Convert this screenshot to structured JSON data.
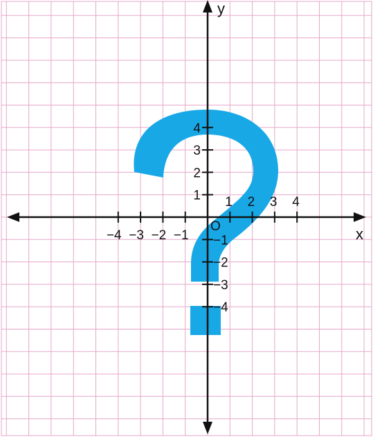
{
  "axes": {
    "x_label": "x",
    "y_label": "y",
    "origin_label": "O"
  },
  "colors": {
    "grid": "#e6a7c9",
    "shape": "#19a8e6",
    "axis": "#111111"
  },
  "x_ticks": [
    {
      "value": -4,
      "label": "−4"
    },
    {
      "value": -3,
      "label": "−3"
    },
    {
      "value": -2,
      "label": "−2"
    },
    {
      "value": -1,
      "label": "−1"
    },
    {
      "value": 1,
      "label": "1"
    },
    {
      "value": 2,
      "label": "2"
    },
    {
      "value": 3,
      "label": "3"
    },
    {
      "value": 4,
      "label": "4"
    }
  ],
  "y_ticks": [
    {
      "value": 4,
      "label": "4"
    },
    {
      "value": 3,
      "label": "3"
    },
    {
      "value": 2,
      "label": "2"
    },
    {
      "value": 1,
      "label": "1"
    },
    {
      "value": -1,
      "label": "−1"
    },
    {
      "value": -2,
      "label": "−2"
    },
    {
      "value": -3,
      "label": "−3"
    },
    {
      "value": -4,
      "label": "−4"
    }
  ],
  "shape": {
    "name": "question-mark"
  }
}
